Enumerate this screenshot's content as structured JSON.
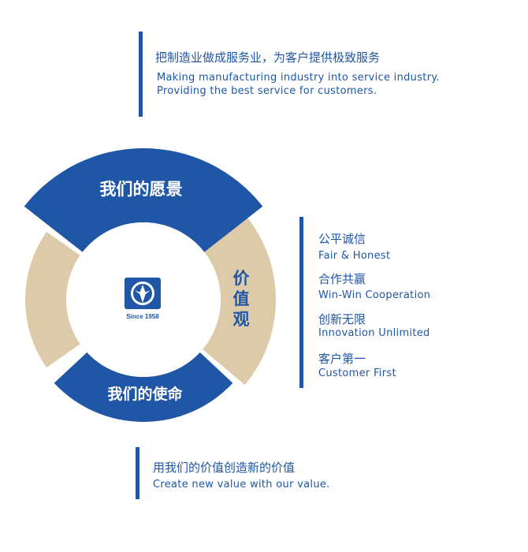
{
  "mission_statement": {
    "cn": "把制造业做成服务业，为客户提供极致服务",
    "en_line1": "Making manufacturing industry into service industry.",
    "en_line2": "Providing the best service for customers."
  },
  "ring": {
    "vision_label": "我们的愿景",
    "mission_label": "我们的使命",
    "values_label_chars": [
      "价",
      "值",
      "观"
    ],
    "logo_caption": "Since 1958",
    "colors": {
      "blue": "#1f57a6",
      "beige": "#dccaa8"
    }
  },
  "values": [
    {
      "cn": "公平诚信",
      "en": "Fair & Honest"
    },
    {
      "cn": "合作共赢",
      "en": "Win-Win Cooperation"
    },
    {
      "cn": "创新无限",
      "en": "Innovation Unlimited"
    },
    {
      "cn": "客户第一",
      "en": "Customer First"
    }
  ],
  "value_statement": {
    "cn": "用我们的价值创造新的价值",
    "en": "Create new value with our value."
  }
}
